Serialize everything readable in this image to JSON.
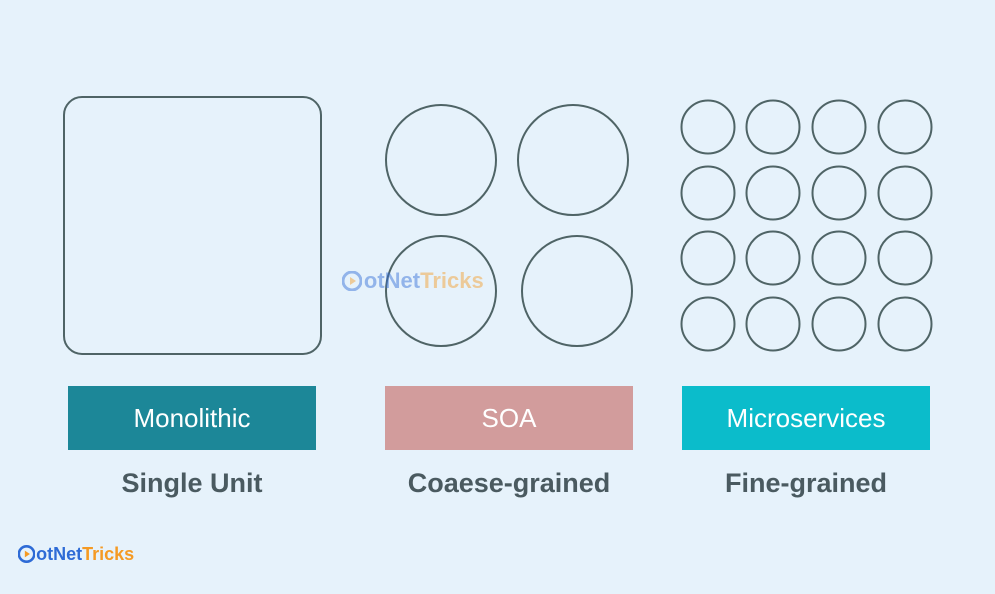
{
  "colors": {
    "background": "#e6f2fb",
    "shape_stroke": "#4f6466",
    "monolithic": "#1c8798",
    "soa": "#d29c9c",
    "microservices": "#0bbccb",
    "caption_text": "#4a5a60",
    "brand_blue": "#2e6bd6",
    "brand_orange": "#f59a23"
  },
  "columns": [
    {
      "label": "Monolithic",
      "caption": "Single Unit",
      "shape": "single rounded square"
    },
    {
      "label": "SOA",
      "caption": "Coaese-grained",
      "shape": "2x2 circles"
    },
    {
      "label": "Microservices",
      "caption": "Fine-grained",
      "shape": "4x4 circles"
    }
  ],
  "watermark": {
    "part1": "otNet",
    "part2": "Tricks"
  },
  "brand": {
    "part1": "otNet",
    "part2": "Tricks",
    "icon": "play-d-logo-icon"
  }
}
